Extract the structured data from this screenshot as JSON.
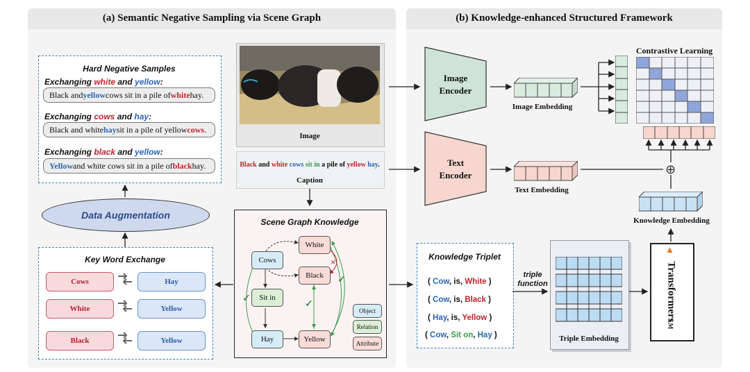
{
  "left_title": "(a) Semantic Negative Sampling via Scene Graph",
  "right_title": "(b) Knowledge-enhanced Structured Framework",
  "hard_negative": {
    "title": "Hard Negative Samples",
    "items": [
      {
        "ex_prefix": "Exchanging ",
        "ex_a": "white",
        "ex_mid": " and ",
        "ex_b": "yellow",
        "ex_suffix": ":",
        "s": [
          "Black and ",
          "yellow",
          " cows sit in a pile of ",
          "white",
          " hay."
        ]
      },
      {
        "ex_prefix": "Exchanging ",
        "ex_a": "cows",
        "ex_mid": " and ",
        "ex_b": "hay",
        "ex_suffix": ":",
        "s": [
          "Black and white ",
          "hay",
          " sit in a pile of yellow ",
          "cows",
          "."
        ]
      },
      {
        "ex_prefix": "Exchanging ",
        "ex_a": "black",
        "ex_mid": " and ",
        "ex_b": "yellow",
        "ex_suffix": ":",
        "s": [
          "",
          "Yellow",
          " and white cows sit in a pile of ",
          "black",
          " hay."
        ]
      }
    ]
  },
  "data_augmentation": "Data Augmentation",
  "key_word_exchange": {
    "title": "Key Word Exchange",
    "pairs": [
      [
        "Cows",
        "Hay"
      ],
      [
        "White",
        "Yellow"
      ],
      [
        "Black",
        "Yellow"
      ]
    ]
  },
  "image_label": "Image",
  "caption": {
    "label": "Caption",
    "parts": [
      "Black",
      " and ",
      "white",
      " ",
      "cows",
      " ",
      "sit in",
      " a pile of ",
      "yellow",
      " ",
      "hay",
      "."
    ]
  },
  "scene_graph": {
    "title": "Scene Graph Knowledge",
    "nodes": {
      "white": "White",
      "cows": "Cows",
      "black": "Black",
      "sitin": "Sit in",
      "hay": "Hay",
      "yellow": "Yellow"
    },
    "legend": [
      "Object",
      "Relation",
      "Attribute"
    ],
    "check": "✓",
    "cross": "×"
  },
  "knowledge_triplet": {
    "title": "Knowledge Triplet",
    "rows": [
      [
        "( ",
        "Cow",
        ", is, ",
        "White",
        " )"
      ],
      [
        "( ",
        "Cow",
        ", is, ",
        "Black",
        " )"
      ],
      [
        "( ",
        "Hay",
        ", is, ",
        "Yellow",
        " )"
      ],
      [
        "( ",
        "Cow",
        ", ",
        "Sit on",
        ", ",
        "Hay",
        " )"
      ]
    ]
  },
  "triple_function": [
    "triple",
    "function"
  ],
  "triple_embedding": "Triple Embedding",
  "image_encoder": [
    "Image",
    "Encoder"
  ],
  "text_encoder": [
    "Text",
    "Encoder"
  ],
  "image_embedding": "Image Embedding",
  "text_embedding": "Text Embedding",
  "knowledge_embedding": "Knowledge Embedding",
  "contrastive_learning": "Contrastive Learning",
  "transformers": "Transformers",
  "transformers_sub": "LM",
  "plus": "⊕",
  "fire_icon": "fire-icon",
  "colors": {
    "red": "#c0242e",
    "blue": "#2b66b5",
    "green": "#3b9a4a",
    "dashed": "#3b82c4"
  }
}
